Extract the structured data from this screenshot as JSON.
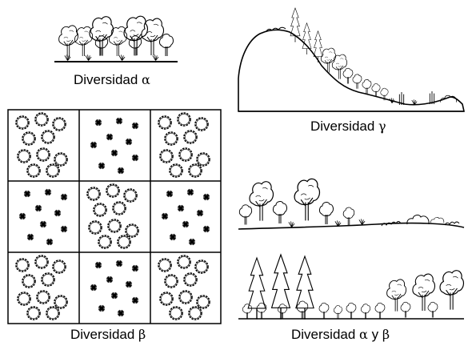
{
  "captions": {
    "alpha": {
      "text": "Diversidad",
      "symbol": "α"
    },
    "gamma": {
      "text": "Diversidad",
      "symbol": "γ"
    },
    "beta": {
      "text": "Diversidad",
      "symbol": "β"
    },
    "alpha_beta": {
      "text": "Diversidad",
      "symbol1": "α",
      "joiner": "y",
      "symbol2": "β"
    }
  },
  "beta_grid": {
    "rows": 3,
    "cols": 3,
    "pattern": [
      [
        "trees",
        "shrubs",
        "trees"
      ],
      [
        "shrubs",
        "trees",
        "shrubs"
      ],
      [
        "trees",
        "shrubs",
        "trees"
      ]
    ]
  },
  "colors": {
    "ink": "#000000",
    "background": "#ffffff"
  }
}
